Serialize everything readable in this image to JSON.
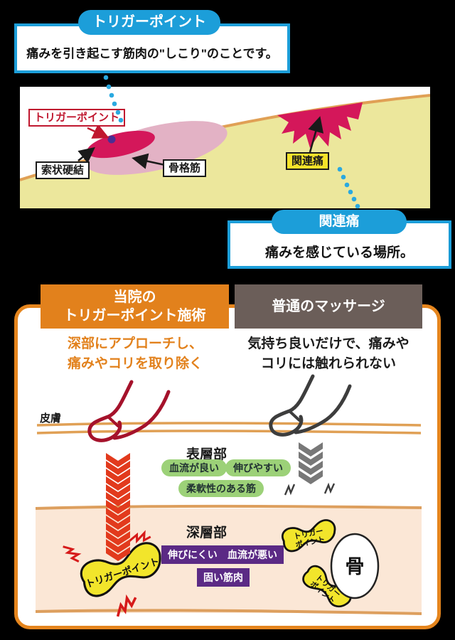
{
  "colors": {
    "accent_blue": "#1c9ed9",
    "dotted_trail_blue": "#2aa9e0",
    "brand_orange": "#e2811c",
    "header_gray_brown": "#6b5e59",
    "pain_crimson": "#d4175a",
    "muscle_pink": "#e3b2c5",
    "tissue_yellow": "#ece79c",
    "skin_line_orange": "#dd9f5e",
    "deep_layer_peach": "#fbe7d6",
    "surface_tag_green": "#9cd178",
    "deep_tag_purple": "#5b2a85",
    "trigger_blob_yellow": "#f2e52b",
    "finger_red": "#a5122b",
    "finger_gray": "#3d3d3d",
    "press_arrow_red": "#e23a1d"
  },
  "trigger_callout": {
    "pill": "トリガーポイント",
    "text": "痛みを引き起こす筋肉の\"しこり\"のことです。"
  },
  "muscle_diagram": {
    "trigger_label": "トリガーポイント",
    "taut_band_label": "索状硬結",
    "skeletal_muscle_label": "骨格筋",
    "referred_pain_label": "関連痛"
  },
  "referred_callout": {
    "pill": "関連痛",
    "text": "痛みを感じている場所。"
  },
  "comparison": {
    "left_header_l1": "当院の",
    "left_header_l2": "トリガーポイント施術",
    "right_header": "普通のマッサージ",
    "left_sub_l1": "深部にアプローチし、",
    "left_sub_l2": "痛みやコリを取り除く",
    "right_sub_l1": "気持ち良いだけで、痛みや",
    "right_sub_l2": "コリには触れられない",
    "skin_label": "皮膚",
    "surface_label": "表層部",
    "surface_tag1": "血流が良い",
    "surface_tag2": "伸びやすい",
    "surface_tag3": "柔軟性のある筋",
    "deep_label": "深層部",
    "deep_tag1": "伸びにくい",
    "deep_tag2": "血流が悪い",
    "deep_tag3": "固い筋肉",
    "blob_label": "トリガーポイント",
    "blob_label_l1": "トリガー",
    "blob_label_l2": "ポイント",
    "bone_label": "骨"
  }
}
